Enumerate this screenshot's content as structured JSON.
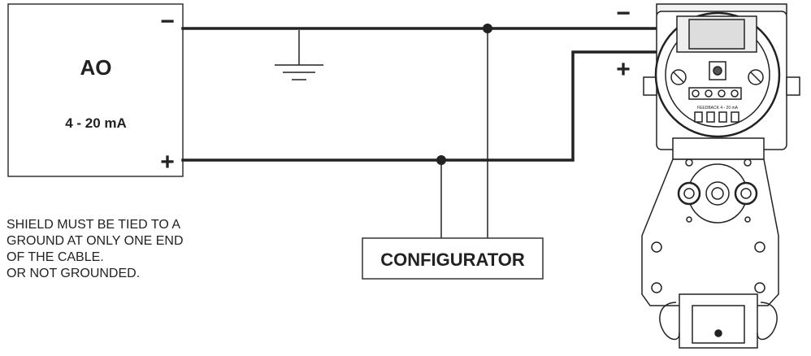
{
  "ao_block": {
    "title": "AO",
    "range": "4 - 20 mA",
    "minus_sign": "−",
    "plus_sign": "+"
  },
  "device_terminals": {
    "minus_sign": "−",
    "plus_sign": "+"
  },
  "configurator": {
    "label": "CONFIGURATOR"
  },
  "note": {
    "lines": [
      "SHIELD MUST BE TIED TO A",
      "GROUND AT ONLY ONE END",
      "OF THE CABLE.",
      "OR NOT GROUNDED."
    ]
  },
  "device": {
    "terminal_label": "FEEDBACK 4 - 20 mA"
  }
}
